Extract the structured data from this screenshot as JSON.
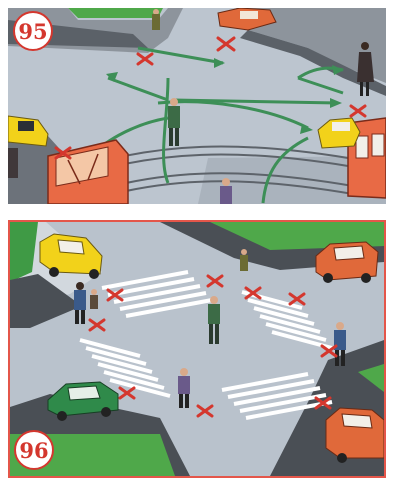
{
  "panels": [
    {
      "id": "95",
      "number": "95"
    },
    {
      "id": "96",
      "number": "96"
    }
  ],
  "colors": {
    "border_red": "#e4564a",
    "badge_red": "#d4372e",
    "road": "#b9c2cc",
    "grass": "#4fa84a",
    "sidewalk": "#4a4f55",
    "tram_red": "#e86a45",
    "car_yellow": "#f2d21a",
    "car_orange": "#e0693a",
    "car_green": "#2f8a4a",
    "arrow_green": "#3d8f57"
  }
}
